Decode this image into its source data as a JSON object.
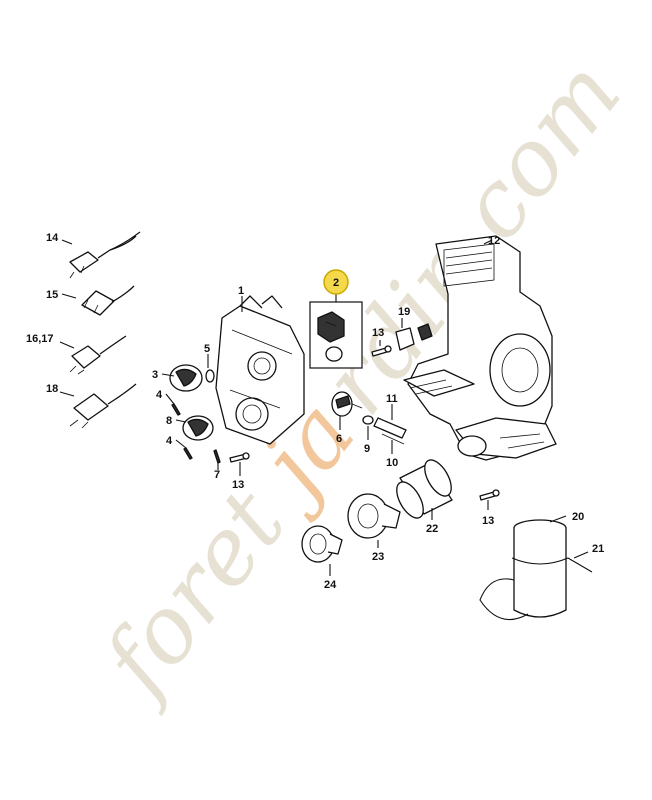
{
  "watermark": {
    "part1": "foret",
    "part2": "ja",
    "part3": "rdin.com",
    "accent_color": "#f2c79c",
    "color": "#e6e1d2"
  },
  "highlight": {
    "label": "2",
    "color": "#f5d94a"
  },
  "callouts": [
    {
      "id": "c1",
      "label": "1"
    },
    {
      "id": "c3",
      "label": "3"
    },
    {
      "id": "c4a",
      "label": "4"
    },
    {
      "id": "c4b",
      "label": "4"
    },
    {
      "id": "c5",
      "label": "5"
    },
    {
      "id": "c6",
      "label": "6"
    },
    {
      "id": "c7",
      "label": "7"
    },
    {
      "id": "c8",
      "label": "8"
    },
    {
      "id": "c9",
      "label": "9"
    },
    {
      "id": "c10",
      "label": "10"
    },
    {
      "id": "c11",
      "label": "11"
    },
    {
      "id": "c12",
      "label": "12"
    },
    {
      "id": "c13a",
      "label": "13"
    },
    {
      "id": "c13b",
      "label": "13"
    },
    {
      "id": "c13c",
      "label": "13"
    },
    {
      "id": "c14",
      "label": "14"
    },
    {
      "id": "c15",
      "label": "15"
    },
    {
      "id": "c1617",
      "label": "16,17"
    },
    {
      "id": "c18",
      "label": "18"
    },
    {
      "id": "c19",
      "label": "19"
    },
    {
      "id": "c20",
      "label": "20"
    },
    {
      "id": "c21",
      "label": "21"
    },
    {
      "id": "c22",
      "label": "22"
    },
    {
      "id": "c23",
      "label": "23"
    },
    {
      "id": "c24",
      "label": "24"
    }
  ]
}
